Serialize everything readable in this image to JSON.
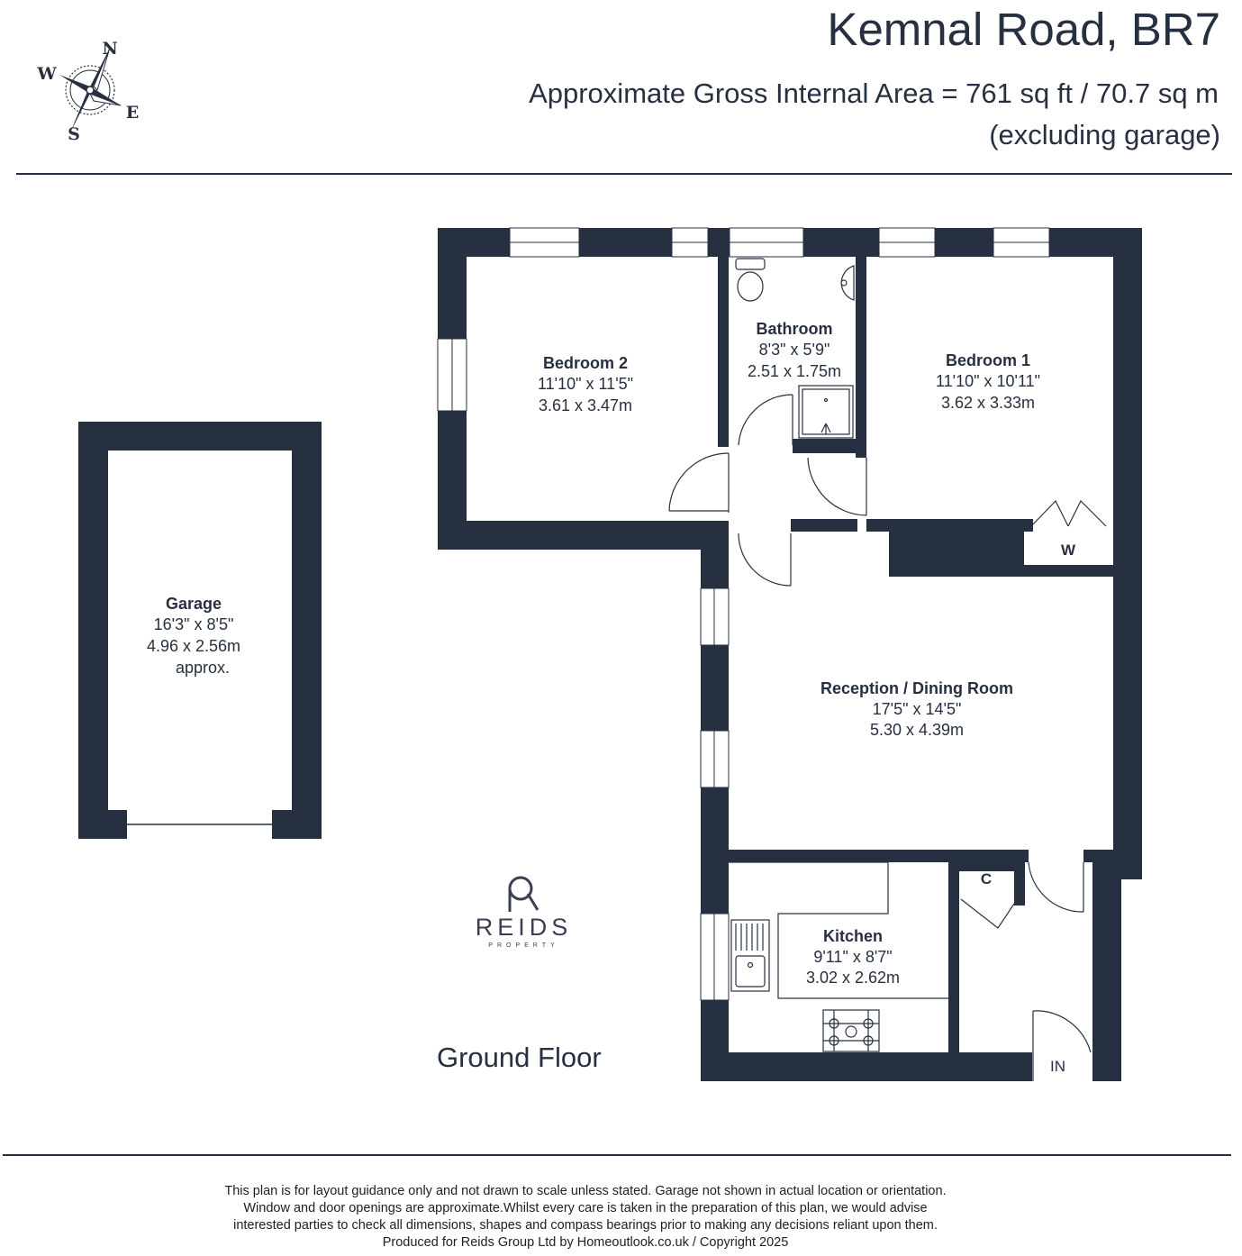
{
  "header": {
    "title": "Kemnal Road, BR7",
    "area": "Approximate Gross Internal Area = 761 sq ft / 70.7 sq m",
    "excluding": "(excluding garage)"
  },
  "compass": {
    "n": "N",
    "e": "E",
    "s": "S",
    "w": "W"
  },
  "rooms": {
    "bedroom2": {
      "name": "Bedroom 2",
      "imperial": "11'10\" x 11'5\"",
      "metric": "3.61 x 3.47m"
    },
    "bathroom": {
      "name": "Bathroom",
      "imperial": "8'3\" x 5'9\"",
      "metric": "2.51 x 1.75m"
    },
    "bedroom1": {
      "name": "Bedroom 1",
      "imperial": "11'10\" x 10'11\"",
      "metric": "3.62 x 3.33m"
    },
    "reception": {
      "name": "Reception / Dining Room",
      "imperial": "17'5\" x 14'5\"",
      "metric": "5.30 x 4.39m"
    },
    "kitchen": {
      "name": "Kitchen",
      "imperial": "9'11\" x 8'7\"",
      "metric": "3.02 x 2.62m"
    },
    "garage": {
      "name": "Garage",
      "imperial": "16'3\" x 8'5\"",
      "metric": "4.96 x 2.56m",
      "note": "approx."
    }
  },
  "labels": {
    "wardrobe": "W",
    "cupboard": "C",
    "entrance": "IN",
    "floor": "Ground Floor"
  },
  "logo": {
    "word": "REIDS",
    "sub": "PROPERTY"
  },
  "disclaimer": [
    "This plan is for layout guidance only and not drawn to scale unless stated. Garage not shown in actual location or orientation.",
    "Window and door openings are approximate.Whilst every care is taken in the preparation of this plan, we would advise",
    "interested parties to check all dimensions, shapes and compass bearings prior to making any decisions reliant upon them.",
    "Produced for Reids Group Ltd by Homeoutlook.co.uk / Copyright 2025"
  ],
  "colors": {
    "wall": "#273041",
    "logo_bg": "#d39190",
    "text": "#273041"
  }
}
